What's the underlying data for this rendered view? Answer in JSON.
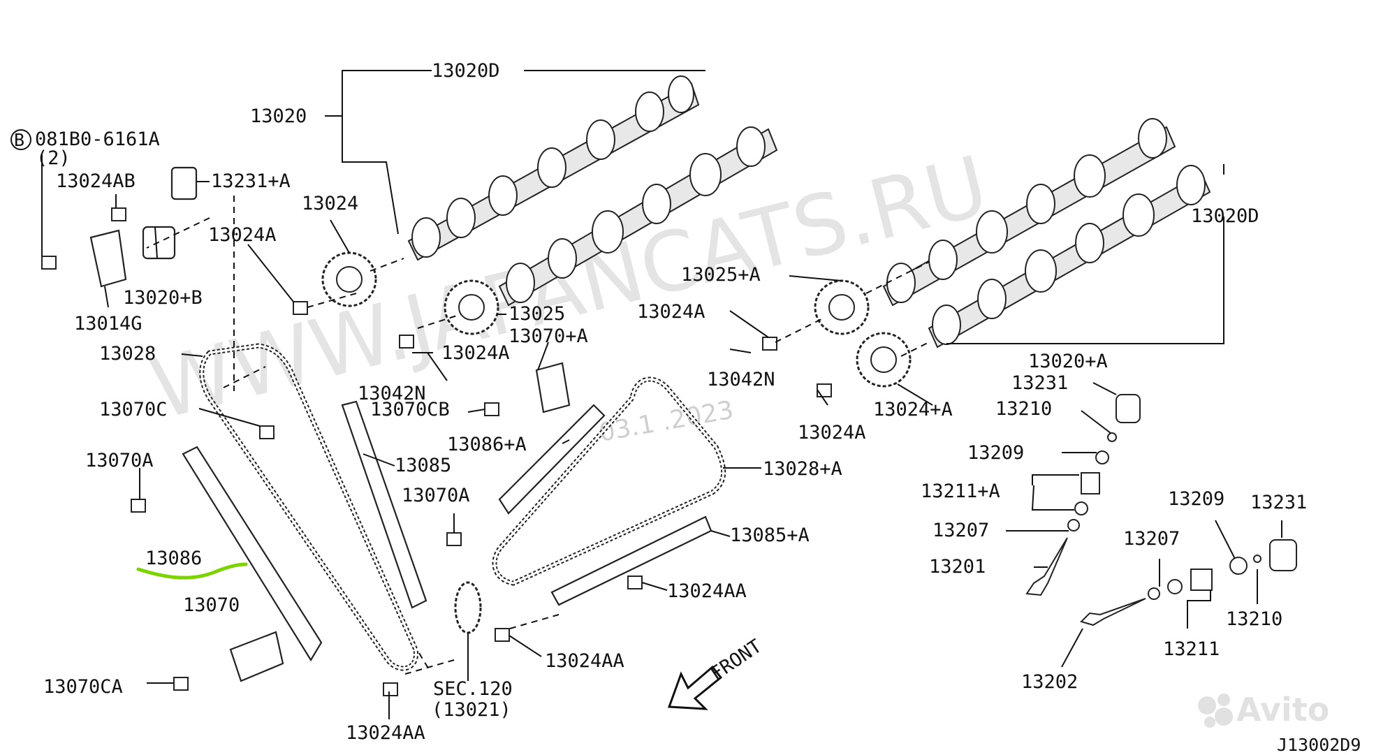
{
  "watermark": {
    "site": "WWW.JAPANCATS.RU",
    "date": "03.1 .2023"
  },
  "avito": {
    "brand": "Avito"
  },
  "diagram_code": "J13002D9",
  "labels": {
    "l13020D_top": "13020D",
    "l13020": "13020",
    "l081B0": "081B0-6161A",
    "l081B0_qty": "(2)",
    "l13024AB": "13024AB",
    "l13231A": "13231+A",
    "l13024": "13024",
    "l13024A_left": "13024A",
    "l13020B": "13020+B",
    "l13014G": "13014G",
    "l13025": "13025",
    "l13070A_top": "13070+A",
    "l13024A_mid": "13024A",
    "l13028": "13028",
    "l13042N_left": "13042N",
    "l13070C": "13070C",
    "l13070CB": "13070CB",
    "l13086A": "13086+A",
    "l13070A_left": "13070A",
    "l13085": "13085",
    "l13070A_mid": "13070A",
    "l13086": "13086",
    "l13070": "13070",
    "l13070CA": "13070CA",
    "lSEC120": "SEC.120",
    "l13021": "(13021)",
    "l13024AA_bot": "13024AA",
    "l13024AA_right": "13024AA",
    "l13024AA_mid": "13024AA",
    "l13085A": "13085+A",
    "l13028A": "13028+A",
    "l13025A": "13025+A",
    "l13024A_right": "13024A",
    "l13042N_right": "13042N",
    "l13024A_low": "13024A",
    "l13024plusA": "13024+A",
    "l13020D_right": "13020D",
    "l13020A": "13020+A",
    "l13231": "13231",
    "l13210_top": "13210",
    "l13209_top": "13209",
    "l13211A": "13211+A",
    "l13207_left": "13207",
    "l13201": "13201",
    "l13209_right": "13209",
    "l13231_right": "13231",
    "l13207_right": "13207",
    "l13210_bot": "13210",
    "l13211": "13211",
    "l13202": "13202",
    "front": "FRONT"
  },
  "colors": {
    "ink": "#111111",
    "highlight": "#7bd400",
    "watermark": "#cfcfcf"
  }
}
